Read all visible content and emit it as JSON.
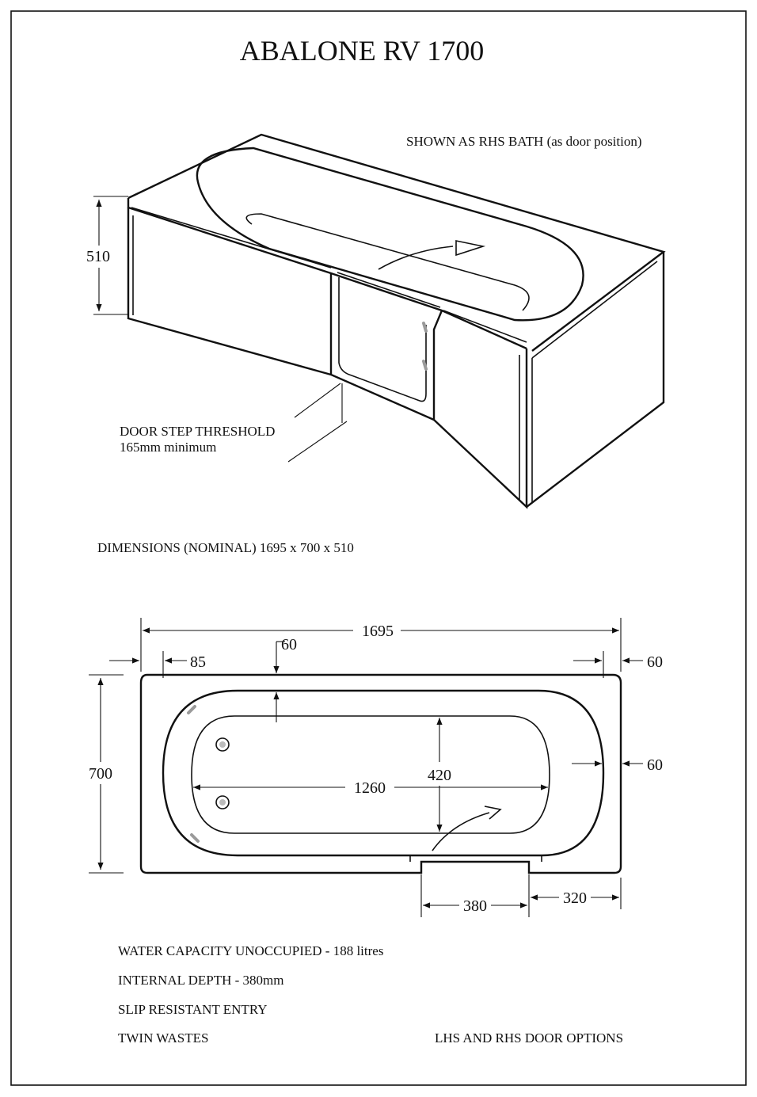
{
  "title": "ABALONE RV 1700",
  "iso_view": {
    "note": "SHOWN AS RHS BATH (as door position)",
    "height_dim": "510",
    "threshold_label": "DOOR STEP THRESHOLD",
    "threshold_value": "165mm minimum"
  },
  "dimensions_line": "DIMENSIONS (NOMINAL)  1695 x 700 x 510",
  "plan_view": {
    "overall_length": "1695",
    "left_rim": "85",
    "end_rim_right": "60",
    "front_rim": "60",
    "side_rim_right": "60",
    "overall_width": "700",
    "inner_length": "1260",
    "inner_width": "420",
    "door_width": "380",
    "door_offset": "320"
  },
  "specs": {
    "capacity": "WATER CAPACITY UNOCCUPIED - 188 litres",
    "depth": "INTERNAL DEPTH - 380mm",
    "entry": "SLIP RESISTANT ENTRY",
    "wastes": "TWIN WASTES",
    "options": "LHS AND RHS DOOR OPTIONS"
  }
}
